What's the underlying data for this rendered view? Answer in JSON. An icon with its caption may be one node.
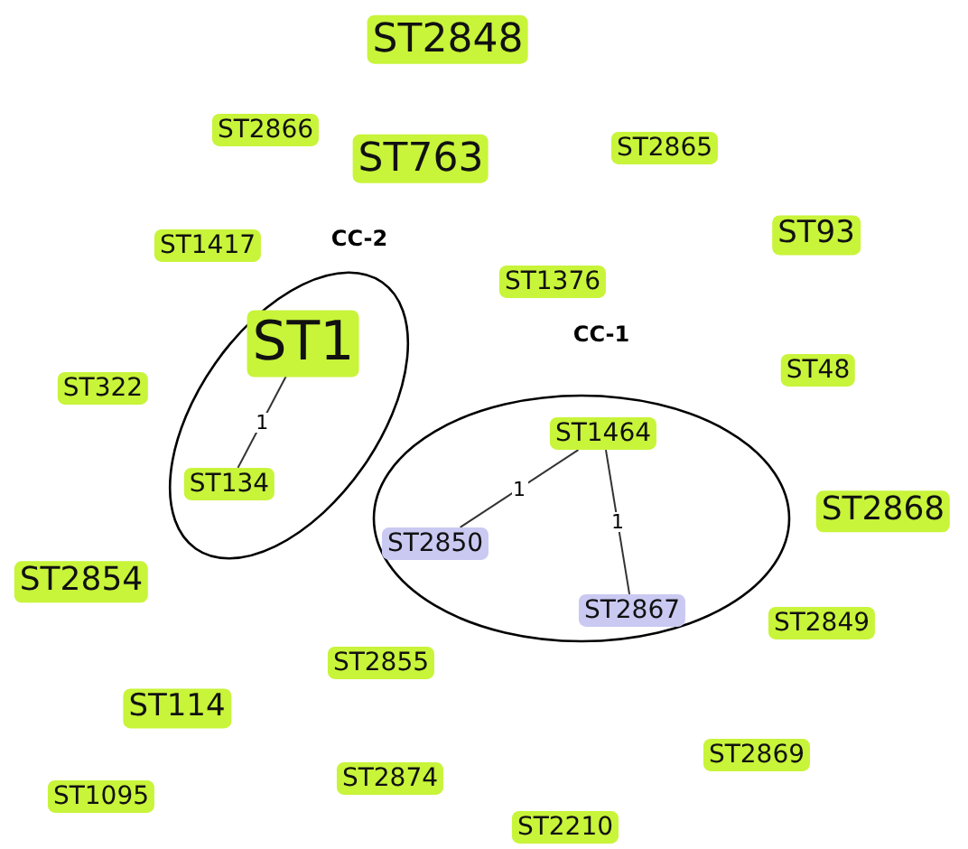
{
  "diagram": {
    "nodes": [
      {
        "text": [
          "ST2848"
        ]
      },
      {
        "text": [
          "ST2866"
        ]
      },
      {
        "text": [
          "ST763"
        ]
      },
      {
        "text": [
          "ST2865"
        ]
      },
      {
        "text": [
          "ST93"
        ]
      },
      {
        "text": [
          "ST1417"
        ]
      },
      {
        "text": [
          "CC-2"
        ]
      },
      {
        "text": [
          "ST1"
        ],
        "in": 6
      },
      {
        "text": [
          "ST134"
        ],
        "in": 6
      },
      {
        "text": [
          "ST1376"
        ]
      },
      {
        "text": [
          "CC-1"
        ]
      },
      {
        "text": [
          "ST1464"
        ],
        "in": 10
      },
      {
        "text": [
          "ST2850"
        ],
        "in": 10
      },
      {
        "text": [
          "ST2867"
        ],
        "in": 10
      },
      {
        "text": [
          "ST48"
        ]
      },
      {
        "text": [
          "ST322"
        ]
      },
      {
        "text": [
          "ST2868"
        ]
      },
      {
        "text": [
          "ST2854"
        ]
      },
      {
        "text": [
          "ST2849"
        ]
      },
      {
        "text": [
          "ST2855"
        ]
      },
      {
        "text": [
          "ST114"
        ]
      },
      {
        "text": [
          "ST2869"
        ]
      },
      {
        "text": [
          "ST1095"
        ]
      },
      {
        "text": [
          "ST2874"
        ]
      },
      {
        "text": [
          "ST2210"
        ]
      }
    ],
    "edges": [
      {
        "from": 7,
        "to": 8,
        "arrow": "none",
        "label": "1"
      },
      {
        "from": 11,
        "to": 12,
        "arrow": "none",
        "label": "1"
      },
      {
        "from": 11,
        "to": 13,
        "arrow": "none",
        "label": "1"
      }
    ]
  }
}
